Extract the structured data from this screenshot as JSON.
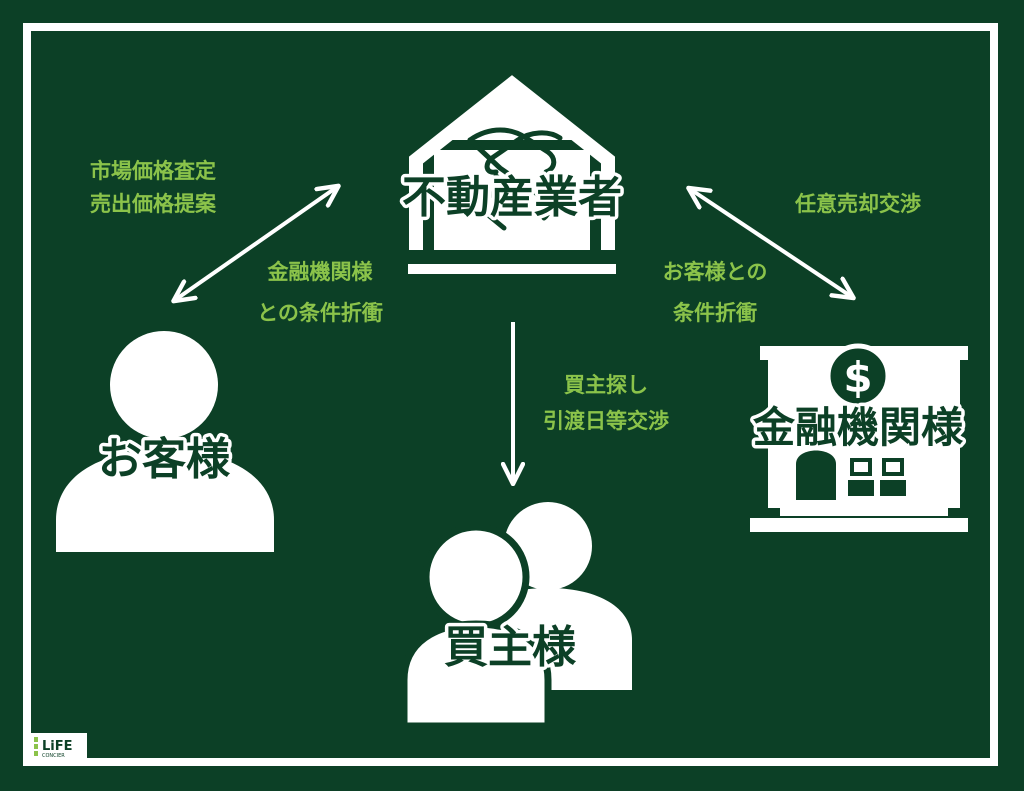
{
  "nodes": {
    "agent": "不動産業者",
    "customer": "お客様",
    "bank": "金融機関様",
    "buyer": "買主様"
  },
  "labels": {
    "customer_line1": "市場価格査定",
    "customer_line2": "売出価格提案",
    "bank_negotiation_line1": "金融機関様",
    "bank_negotiation_line2": "との条件折衝",
    "buyer_line1": "買主探し",
    "buyer_line2": "引渡日等交渉",
    "bank_line1": "任意売却交渉",
    "customer_negotiation_line1": "お客様との",
    "customer_negotiation_line2": "条件折衝"
  },
  "logo": {
    "name": "LiFE",
    "sub": "CONCIER"
  },
  "colors": {
    "background": "#0c4026",
    "frame": "#ffffff",
    "icon": "#ffffff",
    "label": "#8bc34a"
  }
}
